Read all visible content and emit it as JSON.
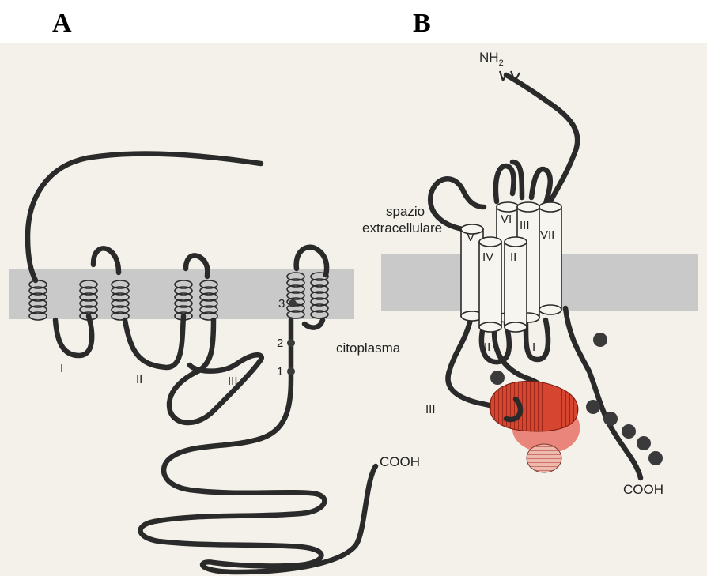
{
  "panels": {
    "a": {
      "letter": "A",
      "helix_labels": [
        "I",
        "II",
        "III"
      ],
      "site_numbers": [
        "1",
        "2",
        "3"
      ],
      "cytoplasm_label": "citoplasma",
      "cooh_label": "COOH"
    },
    "b": {
      "letter": "B",
      "nh2_label": "NH",
      "nh2_subscript": "2",
      "extracellular_label_line1": "spazio",
      "extracellular_label_line2": "extracellulare",
      "helix_labels": [
        "V",
        "VI",
        "III",
        "VII",
        "IV",
        "II"
      ],
      "loop_labels": [
        "II",
        "I",
        "III"
      ],
      "cooh_label": "COOH"
    }
  },
  "colors": {
    "background": "#f4f1ea",
    "membrane": "#c9c9c9",
    "g_protein_red": "#d6452f",
    "g_protein_pink": "#e9857a",
    "g_protein_light": "#f0b9ad",
    "phosphate": "#3a3a3a"
  }
}
